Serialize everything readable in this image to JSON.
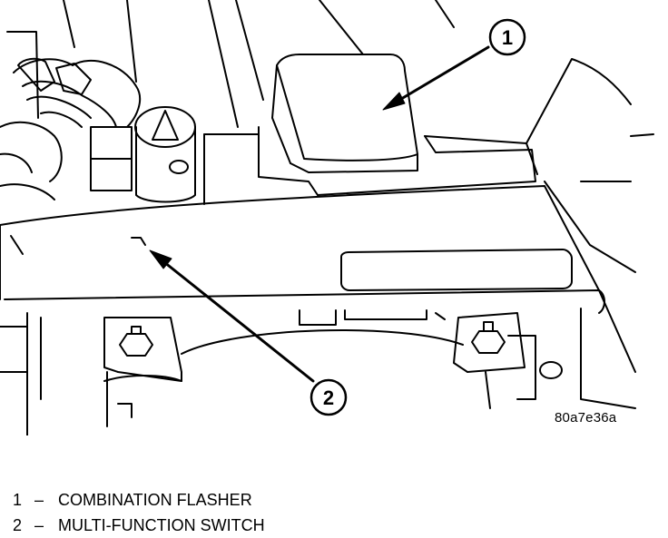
{
  "callouts": [
    {
      "number": "1",
      "target": "combination-flasher"
    },
    {
      "number": "2",
      "target": "multi-function-switch"
    }
  ],
  "figure_code": "80a7e36a",
  "legend": [
    {
      "number": "1",
      "separator": "–",
      "label": "COMBINATION FLASHER"
    },
    {
      "number": "2",
      "separator": "–",
      "label": "MULTI-FUNCTION SWITCH"
    }
  ]
}
